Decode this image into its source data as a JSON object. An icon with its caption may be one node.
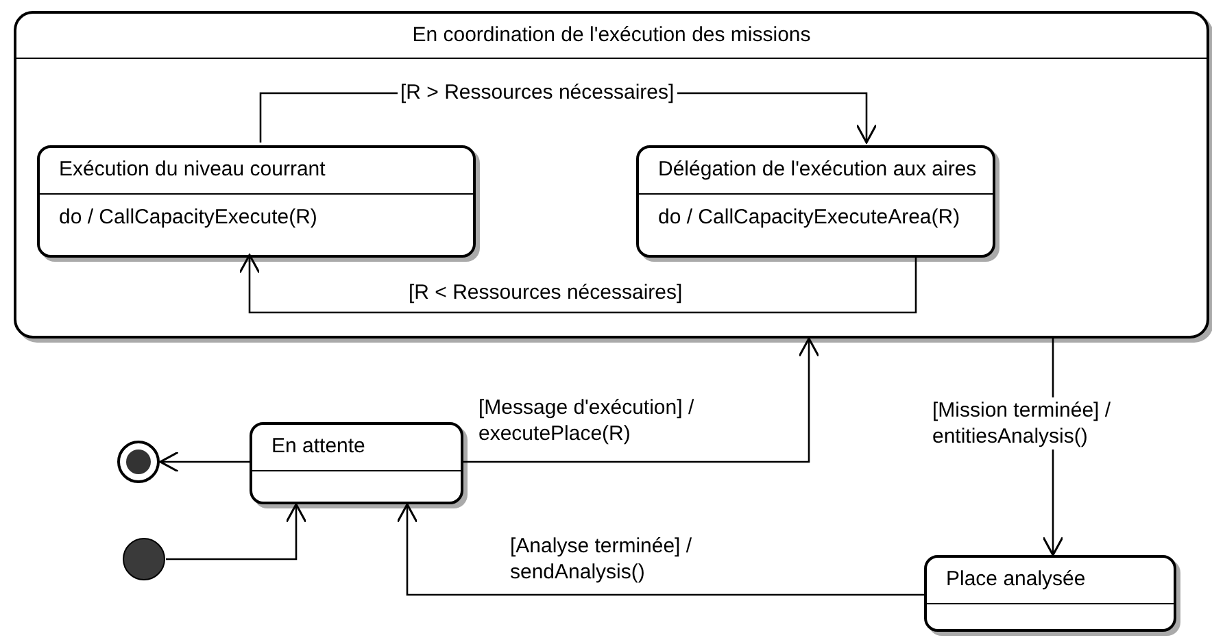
{
  "diagram": {
    "nodes": [
      {
        "text": [
          "En coordination de l'exécution des missions"
        ]
      },
      {
        "text": [
          "Exécution du niveau courrant",
          "do / CallCapacityExecute(R)"
        ],
        "in": 0
      },
      {
        "text": [
          "Délégation de l'exécution aux aires",
          "do / CallCapacityExecuteArea(R)"
        ],
        "in": 0
      },
      {
        "text": [
          "En attente"
        ]
      },
      {
        "text": [],
        "shape": "circle"
      },
      {
        "text": [],
        "shape": "circle"
      },
      {
        "text": [
          "Place analysée"
        ]
      }
    ],
    "edges": [
      {
        "from": 1,
        "to": 2,
        "arrow": "to",
        "label": "[R > Ressources nécessaires]"
      },
      {
        "from": 2,
        "to": 1,
        "arrow": "to",
        "label": "[R < Ressources nécessaires]"
      },
      {
        "from": 3,
        "to": 0,
        "arrow": "to",
        "label": "[Message d'exécution] / executePlace(R)"
      },
      {
        "from": 0,
        "to": 6,
        "arrow": "to",
        "label": "[Mission terminée] / entitiesAnalysis()"
      },
      {
        "from": 6,
        "to": 3,
        "arrow": "to",
        "label": "[Analyse terminée] / sendAnalysis()"
      },
      {
        "from": 5,
        "to": 3,
        "arrow": "to"
      },
      {
        "from": 3,
        "to": 4,
        "arrow": "to"
      }
    ]
  }
}
